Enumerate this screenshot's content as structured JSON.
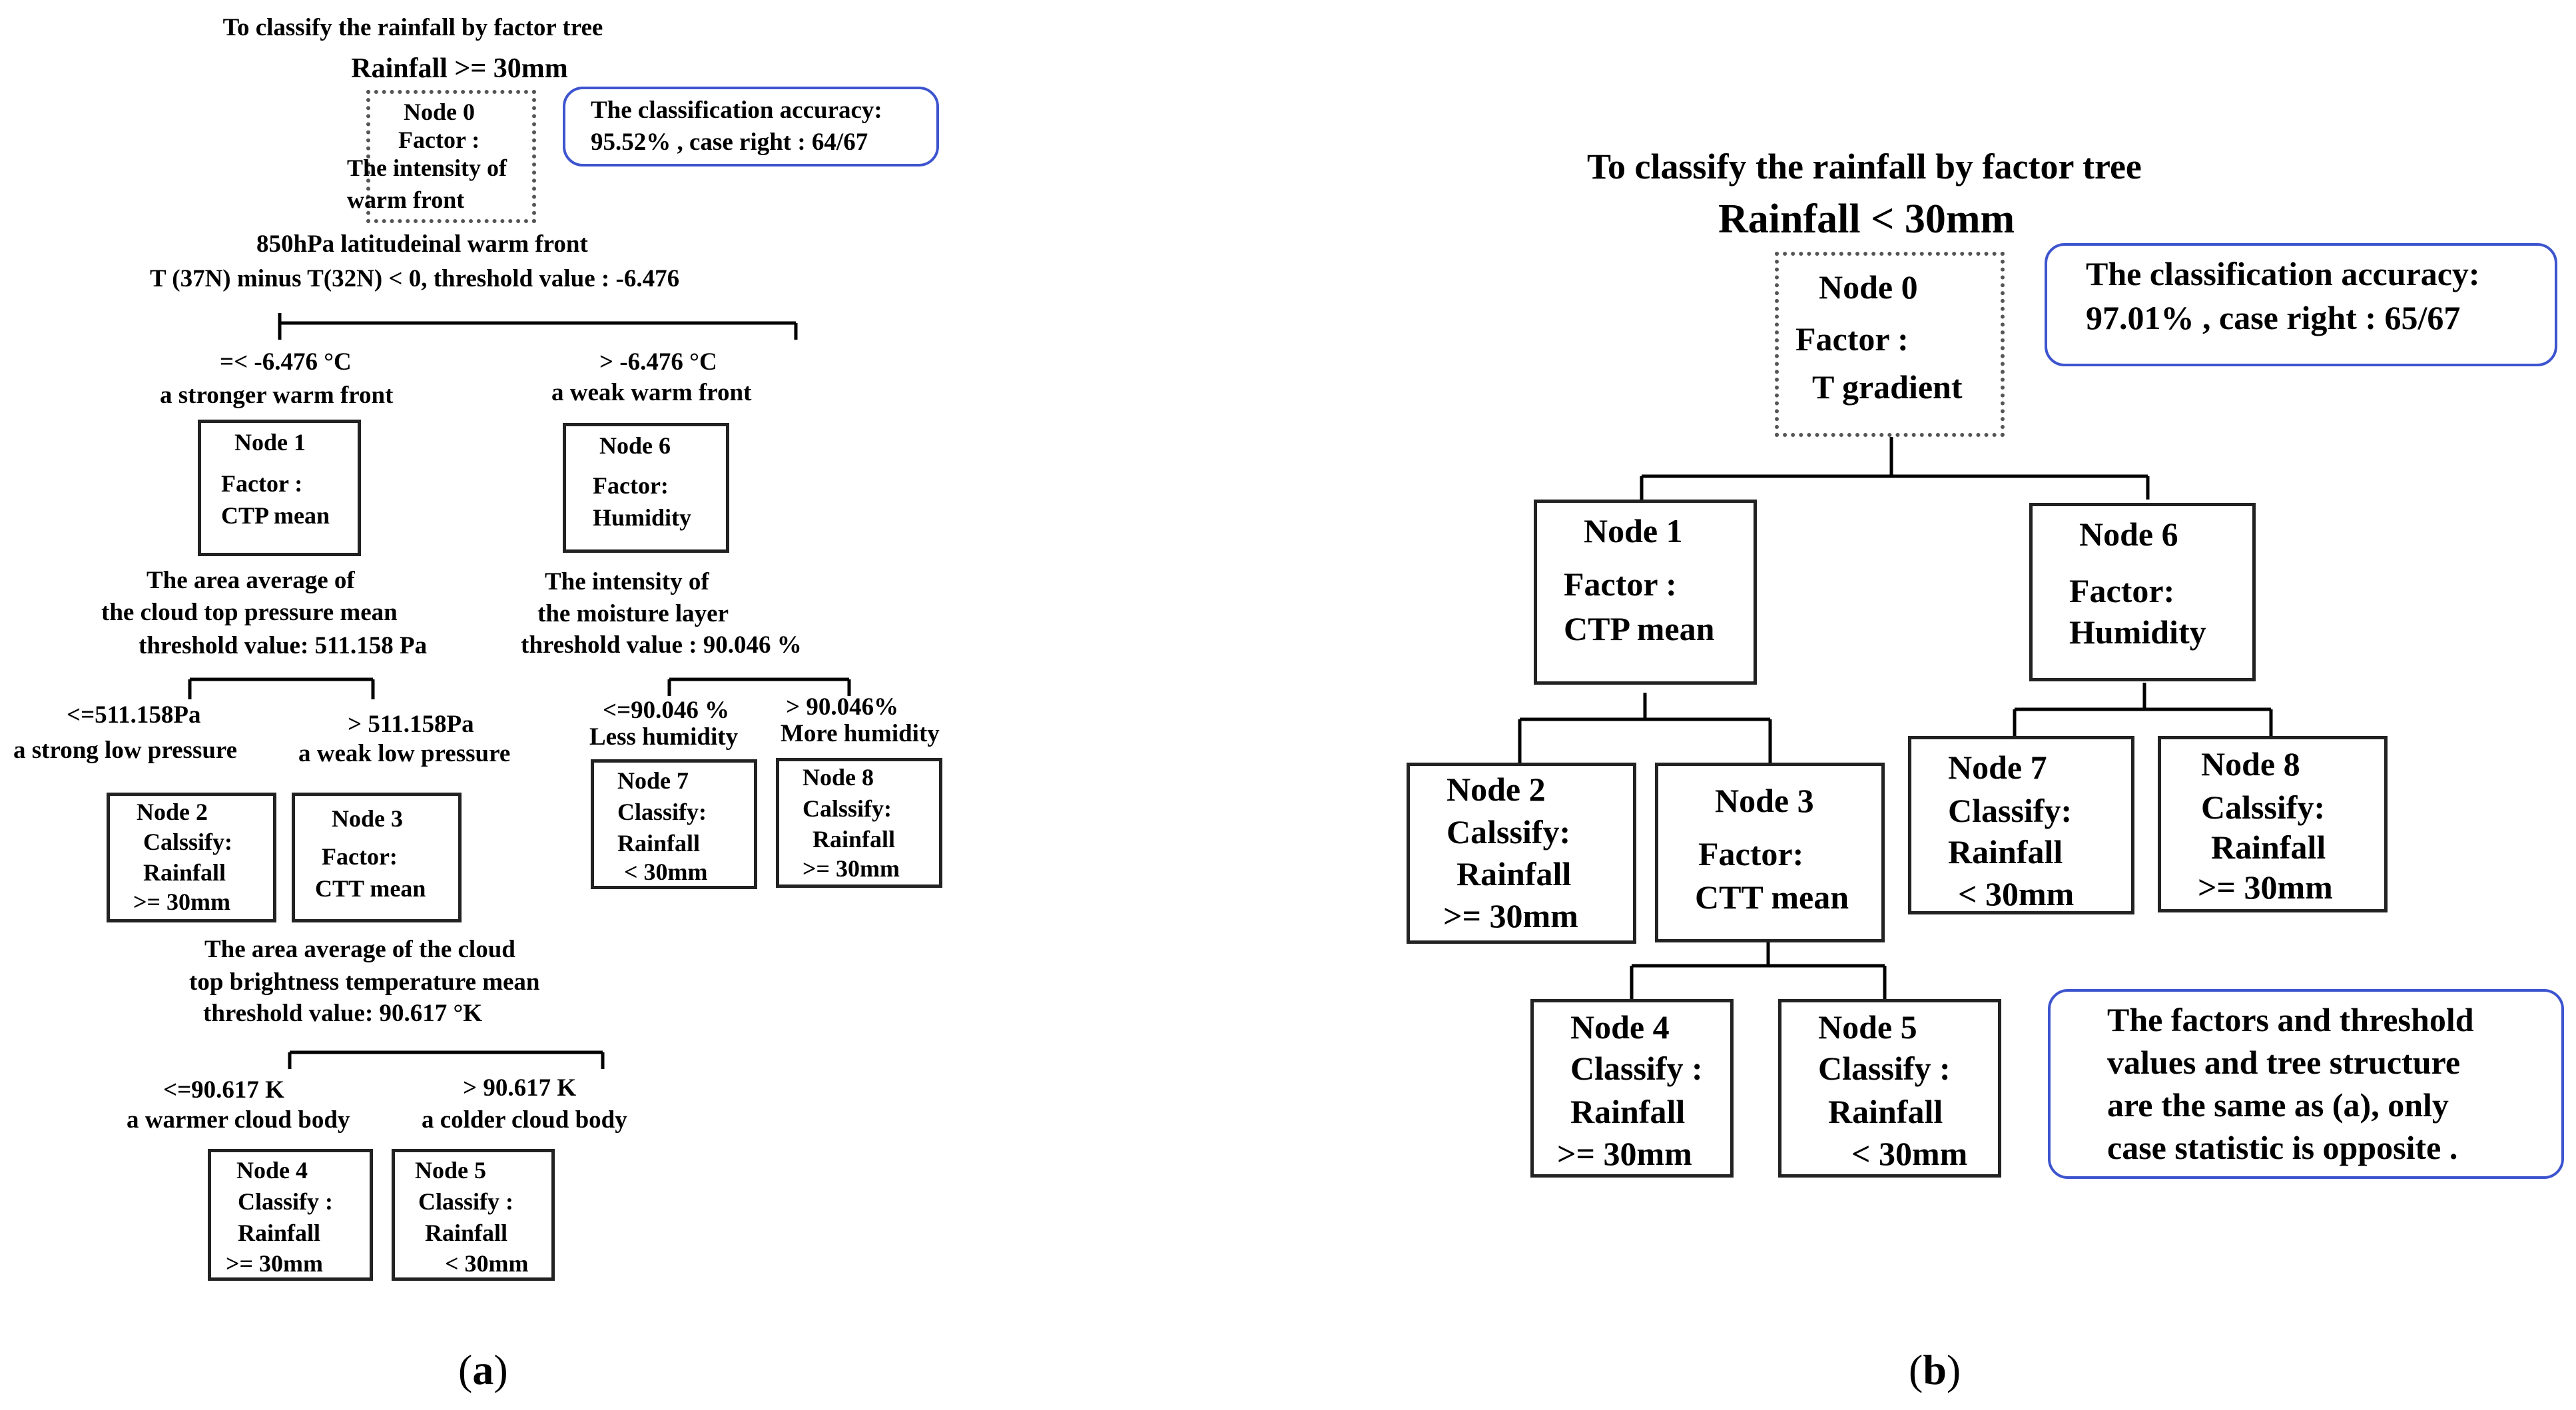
{
  "panel_a": {
    "title": "To classify the rainfall by factor tree",
    "subtitle": "Rainfall >= 30mm",
    "accuracy_note": [
      "The classification accuracy:",
      "95.52% ,  case right : 64/67"
    ],
    "node0": [
      "Node 0",
      "Factor :",
      "The intensity of",
      "warm front"
    ],
    "split0": [
      "850hPa latitudeinal warm front",
      "T (37N) minus T(32N) < 0,   threshold value : -6.476"
    ],
    "branch_left0": [
      "=< -6.476 °C",
      "a  stronger warm front"
    ],
    "branch_right0": [
      "> -6.476 °C",
      "a weak  warm front"
    ],
    "node1": [
      "Node 1",
      "Factor :",
      "CTP mean"
    ],
    "node6": [
      "Node 6",
      "Factor:",
      "Humidity"
    ],
    "split1": [
      "The area average of",
      "the cloud top pressure mean",
      "threshold value: 511.158 Pa"
    ],
    "split6": [
      "The intensity of",
      "the moisture layer",
      "threshold value : 90.046 %"
    ],
    "branch_left1": [
      "<=511.158Pa",
      "a strong low pressure"
    ],
    "branch_right1": [
      "> 511.158Pa",
      "a weak low pressure"
    ],
    "branch_left6": [
      "<=90.046 %",
      "Less humidity"
    ],
    "branch_right6": [
      "> 90.046%",
      "More humidity"
    ],
    "node2": [
      "Node 2",
      "Calssify:",
      "Rainfall",
      ">= 30mm"
    ],
    "node3": [
      "Node 3",
      "Factor:",
      "CTT mean"
    ],
    "node7": [
      "Node 7",
      "Classify:",
      "Rainfall",
      "< 30mm"
    ],
    "node8": [
      "Node 8",
      "Calssify:",
      "Rainfall",
      ">= 30mm"
    ],
    "split3": [
      "The area average of the cloud",
      "top brightness temperature mean",
      "threshold value: 90.617 °K"
    ],
    "branch_left3": [
      "<=90.617 K",
      "a warmer cloud body"
    ],
    "branch_right3": [
      "> 90.617 K",
      "a colder cloud body"
    ],
    "node4": [
      "Node 4",
      "Classify :",
      "Rainfall",
      ">= 30mm"
    ],
    "node5": [
      "Node 5",
      "Classify :",
      "Rainfall",
      "< 30mm"
    ],
    "caption": "(a)"
  },
  "panel_b": {
    "title": "To classify the rainfall by factor tree",
    "subtitle": "Rainfall  <  30mm",
    "accuracy_note": [
      "The classification accuracy:",
      "97.01% ,  case right : 65/67"
    ],
    "node0": [
      "Node 0",
      "Factor :",
      "T gradient"
    ],
    "node1": [
      "Node 1",
      "Factor :",
      "CTP mean"
    ],
    "node6": [
      "Node 6",
      "Factor:",
      "Humidity"
    ],
    "node2": [
      "Node 2",
      "Calssify:",
      "Rainfall",
      ">= 30mm"
    ],
    "node3": [
      "Node 3",
      "Factor:",
      "CTT mean"
    ],
    "node7": [
      "Node 7",
      "Classify:",
      "Rainfall",
      "< 30mm"
    ],
    "node8": [
      "Node 8",
      "Calssify:",
      "Rainfall",
      ">= 30mm"
    ],
    "node4": [
      "Node 4",
      "Classify :",
      "Rainfall",
      ">= 30mm"
    ],
    "node5": [
      "Node 5",
      "Classify :",
      "Rainfall",
      "< 30mm"
    ],
    "footnote": [
      "The factors and threshold",
      "values and tree structure",
      "are the same as (a), only",
      "case statistic is opposite ."
    ],
    "caption": "(b)"
  },
  "colors": {
    "note_border": "#3d54cf",
    "box_border": "#222222",
    "edge_line": "#000000"
  }
}
